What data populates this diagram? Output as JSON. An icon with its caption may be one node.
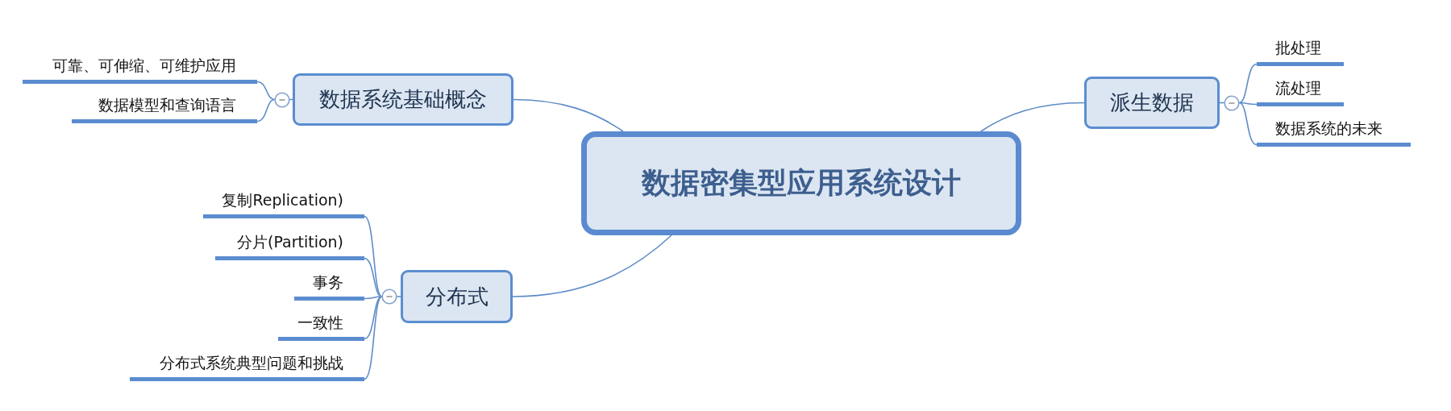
{
  "diagram": {
    "nodes": [
      {
        "text": [
          "数据密集型应用系统设计"
        ]
      },
      {
        "text": [
          "数据系统基础概念"
        ]
      },
      {
        "text": [],
        "shape": "circle"
      },
      {
        "text": [
          "可靠、可伸缩、可维护应用"
        ]
      },
      {
        "text": [
          "数据模型和查询语言"
        ]
      },
      {
        "text": [
          "派生数据"
        ]
      },
      {
        "text": [],
        "shape": "circle"
      },
      {
        "text": [
          "批处理"
        ]
      },
      {
        "text": [
          "流处理"
        ]
      },
      {
        "text": [
          "数据系统的未来"
        ]
      },
      {
        "text": [
          "分布式"
        ]
      },
      {
        "text": [],
        "shape": "circle"
      },
      {
        "text": [
          "复制Replication)"
        ]
      },
      {
        "text": [
          "分片(Partition)"
        ]
      },
      {
        "text": [
          "事务"
        ]
      },
      {
        "text": [
          "一致性"
        ]
      },
      {
        "text": [
          "分布式系统典型问题和挑战"
        ]
      }
    ],
    "edges": [
      {
        "from": 0,
        "to": 1,
        "arrow": "none"
      },
      {
        "from": 1,
        "to": 2,
        "arrow": "none"
      },
      {
        "from": 2,
        "to": 3,
        "arrow": "none"
      },
      {
        "from": 2,
        "to": 4,
        "arrow": "none"
      },
      {
        "from": 0,
        "to": 5,
        "arrow": "none"
      },
      {
        "from": 5,
        "to": 6,
        "arrow": "none"
      },
      {
        "from": 6,
        "to": 7,
        "arrow": "none"
      },
      {
        "from": 6,
        "to": 8,
        "arrow": "none"
      },
      {
        "from": 6,
        "to": 9,
        "arrow": "none"
      },
      {
        "from": 0,
        "to": 10,
        "arrow": "none"
      },
      {
        "from": 10,
        "to": 11,
        "arrow": "none"
      },
      {
        "from": 11,
        "to": 12,
        "arrow": "none"
      },
      {
        "from": 11,
        "to": 13,
        "arrow": "none"
      },
      {
        "from": 11,
        "to": 14,
        "arrow": "none"
      },
      {
        "from": 11,
        "to": 15,
        "arrow": "none"
      },
      {
        "from": 11,
        "to": 16,
        "arrow": "none"
      }
    ]
  }
}
